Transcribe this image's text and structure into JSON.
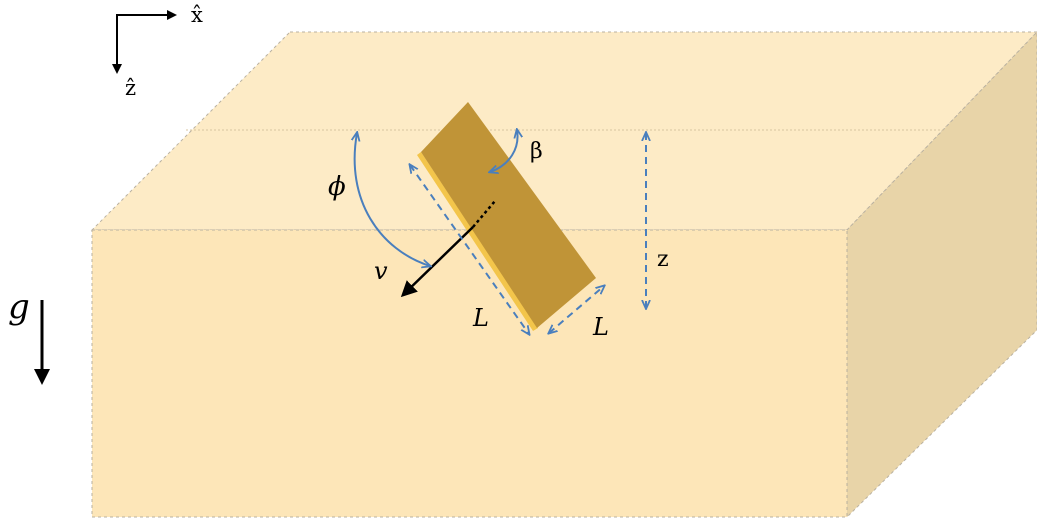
{
  "labels": {
    "x_hat": "x̂",
    "z_hat": "ẑ",
    "g": "g",
    "phi": "ϕ",
    "beta": "β",
    "v": "v",
    "z": "z",
    "L_length": "L",
    "L_width": "L"
  },
  "colors": {
    "box_front": "#fde6b8",
    "box_top": "#fdebc6",
    "box_side": "#e8d4a8",
    "box_edge": "#b9b1a1",
    "plate_face": "#c09437",
    "plate_edge": "#f3c54b",
    "annotation_blue": "#4a7fbd",
    "arrow_black": "#000000"
  }
}
